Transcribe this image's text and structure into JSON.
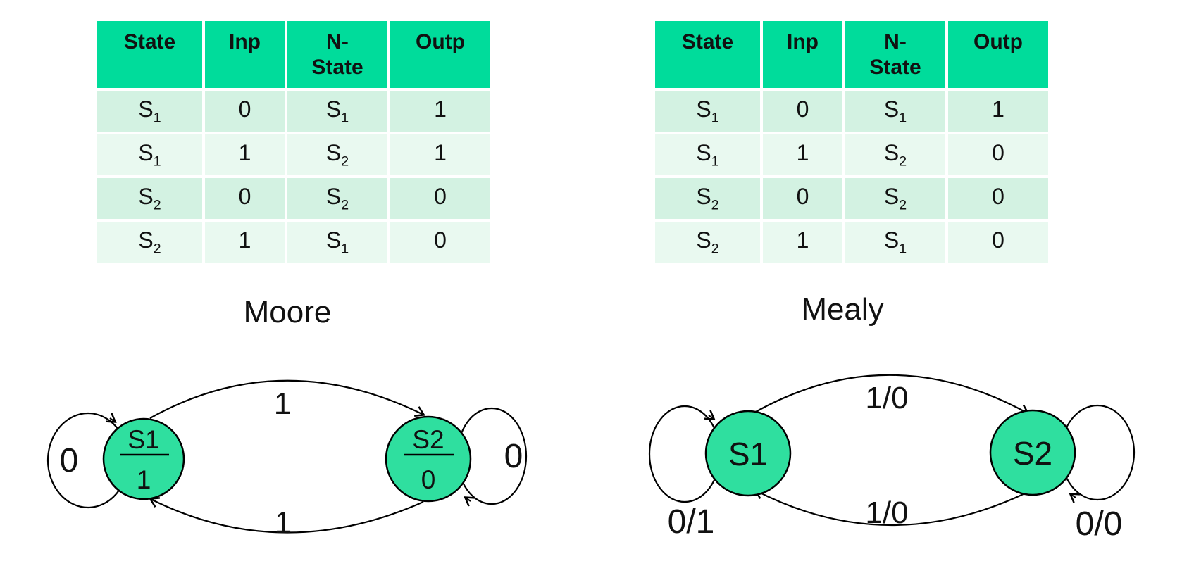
{
  "colors": {
    "header_green": "#00dc9b",
    "row_green_dark": "#d3f2e2",
    "row_green_light": "#e9f9f0",
    "node_green": "#2fdf9f",
    "text": "#111111"
  },
  "tables": [
    {
      "caption": "Moore",
      "headers": [
        "State",
        "Inp",
        "N-\nState",
        "Outp"
      ],
      "rows": [
        [
          {
            "b": "S",
            "s": "1"
          },
          {
            "b": "0",
            "s": ""
          },
          {
            "b": "S",
            "s": "1"
          },
          {
            "b": "1",
            "s": ""
          }
        ],
        [
          {
            "b": "S",
            "s": "1"
          },
          {
            "b": "1",
            "s": ""
          },
          {
            "b": "S",
            "s": "2"
          },
          {
            "b": "1",
            "s": ""
          }
        ],
        [
          {
            "b": "S",
            "s": "2"
          },
          {
            "b": "0",
            "s": ""
          },
          {
            "b": "S",
            "s": "2"
          },
          {
            "b": "0",
            "s": ""
          }
        ],
        [
          {
            "b": "S",
            "s": "2"
          },
          {
            "b": "1",
            "s": ""
          },
          {
            "b": "S",
            "s": "1"
          },
          {
            "b": "0",
            "s": ""
          }
        ]
      ]
    },
    {
      "caption": "Mealy",
      "headers": [
        "State",
        "Inp",
        "N-\nState",
        "Outp"
      ],
      "rows": [
        [
          {
            "b": "S",
            "s": "1"
          },
          {
            "b": "0",
            "s": ""
          },
          {
            "b": "S",
            "s": "1"
          },
          {
            "b": "1",
            "s": ""
          }
        ],
        [
          {
            "b": "S",
            "s": "1"
          },
          {
            "b": "1",
            "s": ""
          },
          {
            "b": "S",
            "s": "2"
          },
          {
            "b": "0",
            "s": ""
          }
        ],
        [
          {
            "b": "S",
            "s": "2"
          },
          {
            "b": "0",
            "s": ""
          },
          {
            "b": "S",
            "s": "2"
          },
          {
            "b": "0",
            "s": ""
          }
        ],
        [
          {
            "b": "S",
            "s": "2"
          },
          {
            "b": "1",
            "s": ""
          },
          {
            "b": "S",
            "s": "1"
          },
          {
            "b": "0",
            "s": ""
          }
        ]
      ]
    }
  ],
  "diagrams": [
    {
      "name": "moore",
      "type": "state-diagram",
      "states": [
        {
          "label": "S1",
          "output": "1"
        },
        {
          "label": "S2",
          "output": "0"
        }
      ],
      "transitions": {
        "s1_self": "0",
        "s2_self": "0",
        "s1_to_s2": "1",
        "s2_to_s1": "1"
      }
    },
    {
      "name": "mealy",
      "type": "state-diagram",
      "states": [
        {
          "label": "S1"
        },
        {
          "label": "S2"
        }
      ],
      "transitions": {
        "s1_self": "0/1",
        "s2_self": "0/0",
        "s1_to_s2": "1/0",
        "s2_to_s1": "1/0"
      }
    }
  ]
}
